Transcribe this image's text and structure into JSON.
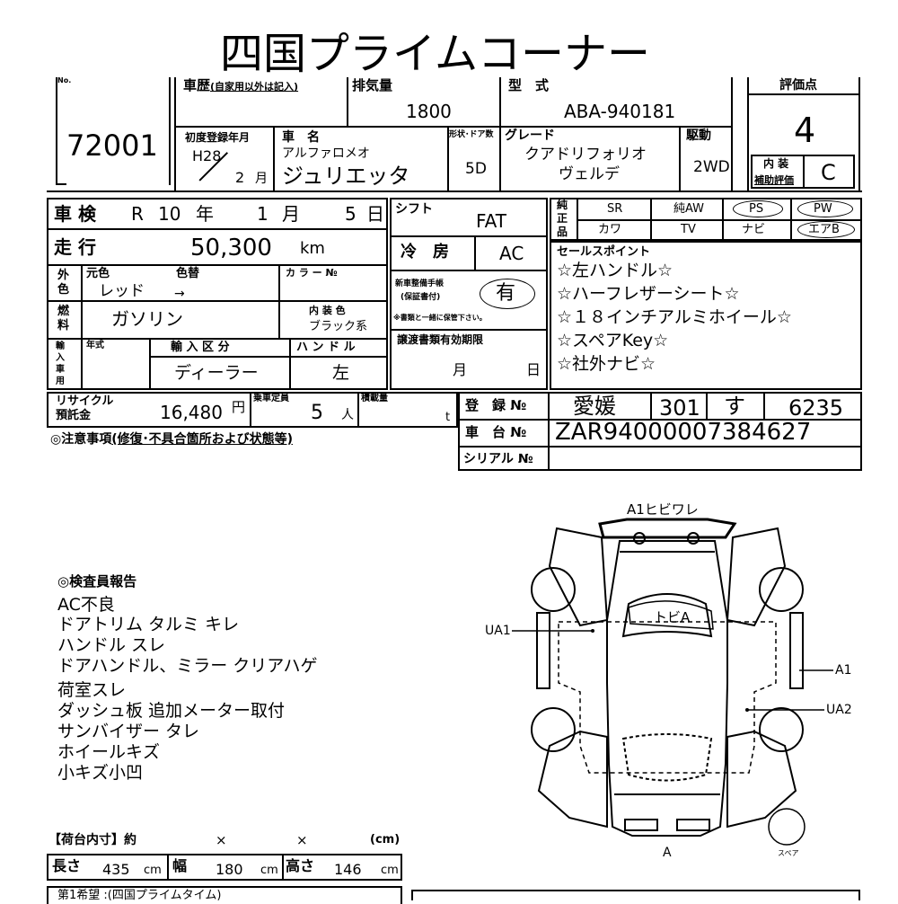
{
  "header": {
    "title": "四国プライムコーナー",
    "no_label": "No."
  },
  "lot": {
    "number": "72001"
  },
  "history": {
    "label": "車歴",
    "note": "(自家用以外は記入)"
  },
  "displacement": {
    "label": "排気量",
    "value": "1800"
  },
  "model": {
    "label": "型　式",
    "value": "ABA-940181"
  },
  "first_reg": {
    "label": "初度登録年月",
    "era_year": "H28",
    "month": "2",
    "month_unit": "月"
  },
  "car_name": {
    "label": "車　名",
    "maker": "アルファロメオ",
    "name": "ジュリエッタ"
  },
  "body_type": {
    "label": "形状･ドア数",
    "value": "5D"
  },
  "grade": {
    "label": "グレード",
    "line1": "クアドリフォリオ",
    "line2": "ヴェルデ"
  },
  "drive": {
    "label": "駆動",
    "value": "2WD"
  },
  "score": {
    "label": "評価点",
    "value": "4",
    "interior_label_1": "内 装",
    "interior_label_2": "補助評価",
    "interior_value": "C"
  },
  "inspection": {
    "label": "車 検",
    "era": "R",
    "year": "10",
    "year_unit": "年",
    "month": "1",
    "month_unit": "月",
    "day": "5",
    "day_unit": "日"
  },
  "mileage": {
    "label": "走 行",
    "value": "50,300",
    "unit": "km"
  },
  "shift": {
    "label": "シフト",
    "value": "FAT"
  },
  "ac": {
    "label": "冷　房",
    "value": "AC"
  },
  "color": {
    "label_1": "外",
    "label_2": "色",
    "original_label": "元色",
    "original_value": "レッド",
    "change_label": "色替",
    "change_arrow": "→",
    "code_label": "カ ラ ー №"
  },
  "fuel": {
    "label_1": "燃",
    "label_2": "料",
    "value": "ガソリン",
    "interior_color_label": "内 装 色",
    "interior_color_value": "ブラック系"
  },
  "maintenance": {
    "label_1": "新車整備手帳",
    "label_2": "(保証書付)",
    "value": "有",
    "note": "※書類と一緒に保管下さい。"
  },
  "import": {
    "label_1": "輸",
    "label_2": "入",
    "label_3": "車",
    "label_4": "用",
    "year_label": "年式",
    "category_label": "輸 入 区 分",
    "category_value": "ディーラー",
    "handle_label": "ハ ン ド ル",
    "handle_value": "左"
  },
  "transfer": {
    "label": "譲渡書類有効期限",
    "month_unit": "月",
    "day_unit": "日"
  },
  "options": {
    "genuine_1": "純",
    "genuine_2": "正",
    "genuine_3": "品",
    "items": [
      "SR",
      "純AW",
      "PS",
      "PW",
      "カワ",
      "TV",
      "ナビ",
      "エアB"
    ]
  },
  "sales_points": {
    "label": "セールスポイント",
    "items": [
      "☆左ハンドル☆",
      "☆ハーフレザーシート☆",
      "☆１８インチアルミホイール☆",
      "☆スペアKey☆",
      "☆社外ナビ☆"
    ]
  },
  "recycle": {
    "label_1": "リサイクル",
    "label_2": "預託金",
    "value": "16,480",
    "unit": "円"
  },
  "capacity": {
    "label": "乗車定員",
    "value": "5",
    "unit": "人"
  },
  "load": {
    "label": "積載量",
    "unit": "t"
  },
  "registration": {
    "label": "登　録 №",
    "area": "愛媛",
    "class": "301",
    "kana": "す",
    "number": "6235"
  },
  "chassis": {
    "label": "車　台 №",
    "value": "ZAR94000007384627"
  },
  "serial": {
    "label": "シリアル №",
    "value": ""
  },
  "notes": {
    "label": "◎注意事項",
    "sub": "(修復･不具合箇所および状態等)"
  },
  "report": {
    "label": "◎検査員報告",
    "items": [
      "AC不良",
      "ドアトリム タルミ キレ",
      "ハンドル スレ",
      "ドアハンドル、ミラー クリアハゲ",
      "荷室スレ",
      "ダッシュ板 追加メーター取付",
      "サンバイザー タレ",
      "ホイールキズ",
      "小キズ小凹"
    ]
  },
  "diagram": {
    "rear_label": "A1ヒビワレ",
    "roof_label": "トビA",
    "left_label": "UA1",
    "right_label_1": "A1",
    "right_label_2": "UA2",
    "front_label": "A",
    "spare_label": "スペア"
  },
  "cargo": {
    "label": "【荷台内寸】約",
    "x1": "×",
    "x2": "×",
    "unit_label": "(cm)",
    "length_label": "長さ",
    "length": "435",
    "width_label": "幅",
    "width": "180",
    "height_label": "高さ",
    "height": "146",
    "cm": "cm"
  },
  "hope": {
    "label": "第1希望",
    "value": "四国プライムタイム"
  }
}
